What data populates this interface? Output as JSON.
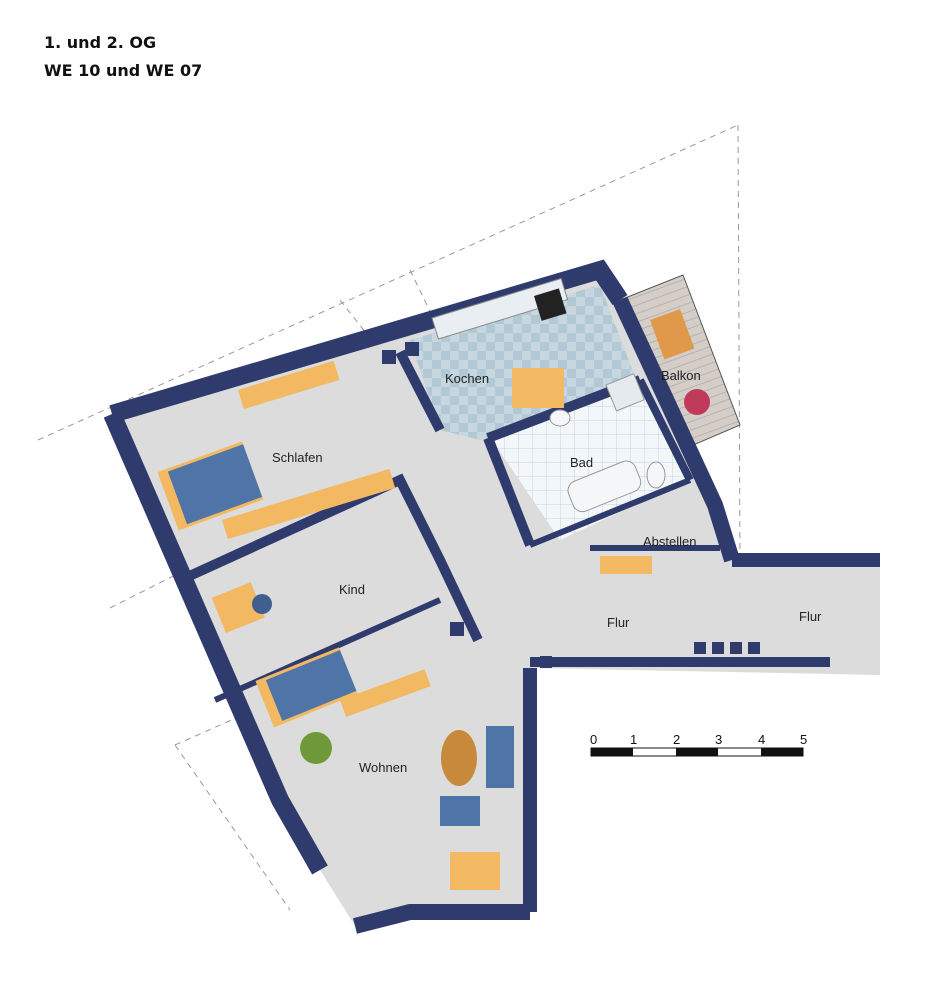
{
  "header": {
    "floor": "1. und 2. OG",
    "units": "WE 10 und WE 07"
  },
  "rooms": {
    "kochen": "Kochen",
    "balkon": "Balkon",
    "schlafen": "Schlafen",
    "bad": "Bad",
    "abstellen": "Abstellen",
    "kind": "Kind",
    "flur1": "Flur",
    "flur2": "Flur",
    "wohnen": "Wohnen"
  },
  "scale": {
    "ticks": [
      "0",
      "1",
      "2",
      "3",
      "4",
      "5"
    ]
  },
  "colors": {
    "wall": "#2f3b6d",
    "floor": "#dcdcdc",
    "furniture": "#f2b862",
    "bed": "#4f74a8",
    "tile": "#bcd0dc",
    "balcony": "#cfc9c4"
  }
}
